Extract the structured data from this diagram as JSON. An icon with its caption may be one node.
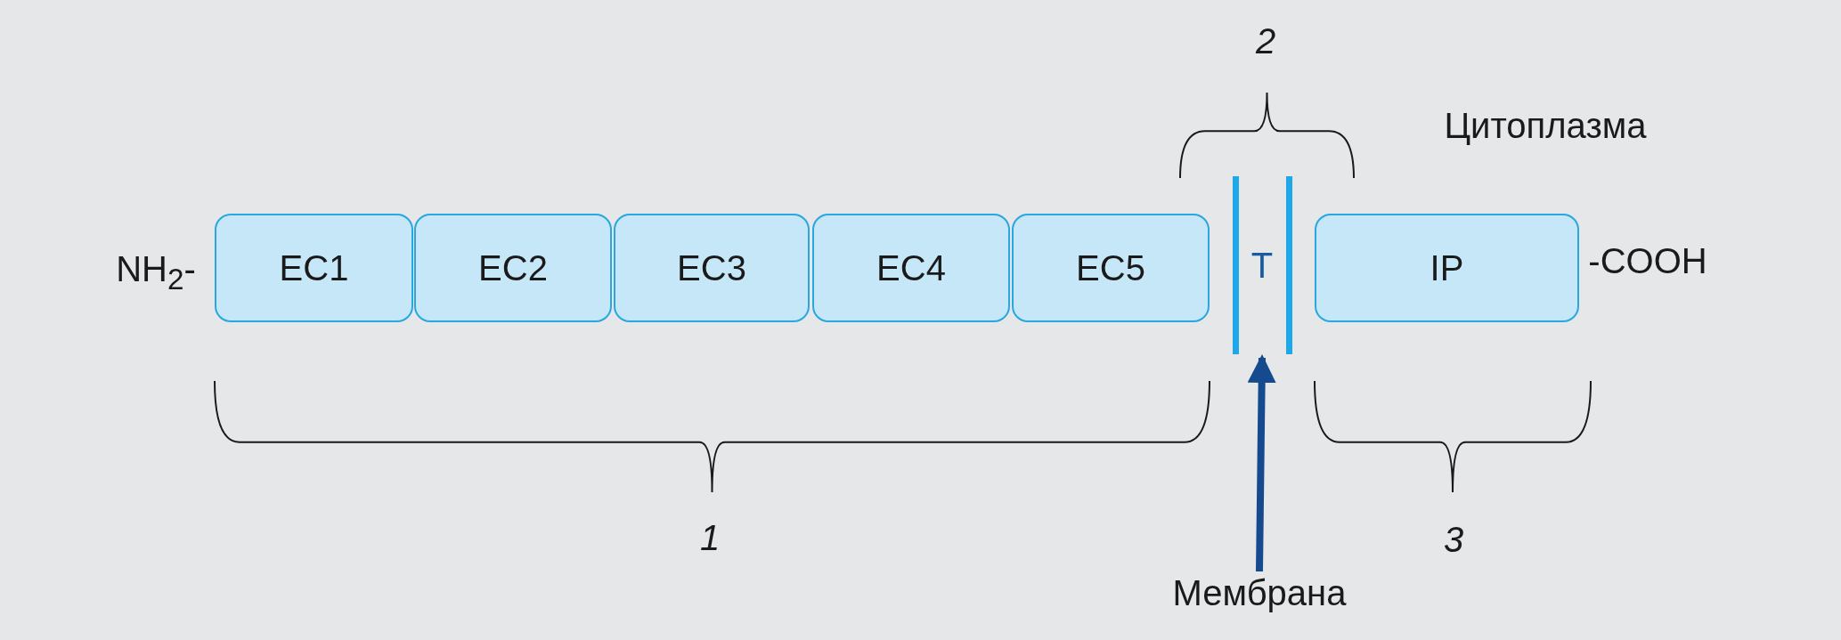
{
  "diagram": {
    "nodes": [
      {
        "text": [
          "EC1"
        ]
      },
      {
        "text": [
          "EC2"
        ]
      },
      {
        "text": [
          "EC3"
        ]
      },
      {
        "text": [
          "EC4"
        ]
      },
      {
        "text": [
          "EC5"
        ]
      },
      {
        "text": [
          "T"
        ]
      },
      {
        "text": [
          "IP"
        ]
      },
      {
        "text": [
          "Мембрана"
        ]
      }
    ],
    "edges": [
      {
        "from": 7,
        "to": 5,
        "arrow": "to"
      }
    ],
    "labels": [
      "2",
      "Цитоплазма",
      "NH$_{2}$-",
      "-COOH",
      "1",
      "3"
    ]
  }
}
